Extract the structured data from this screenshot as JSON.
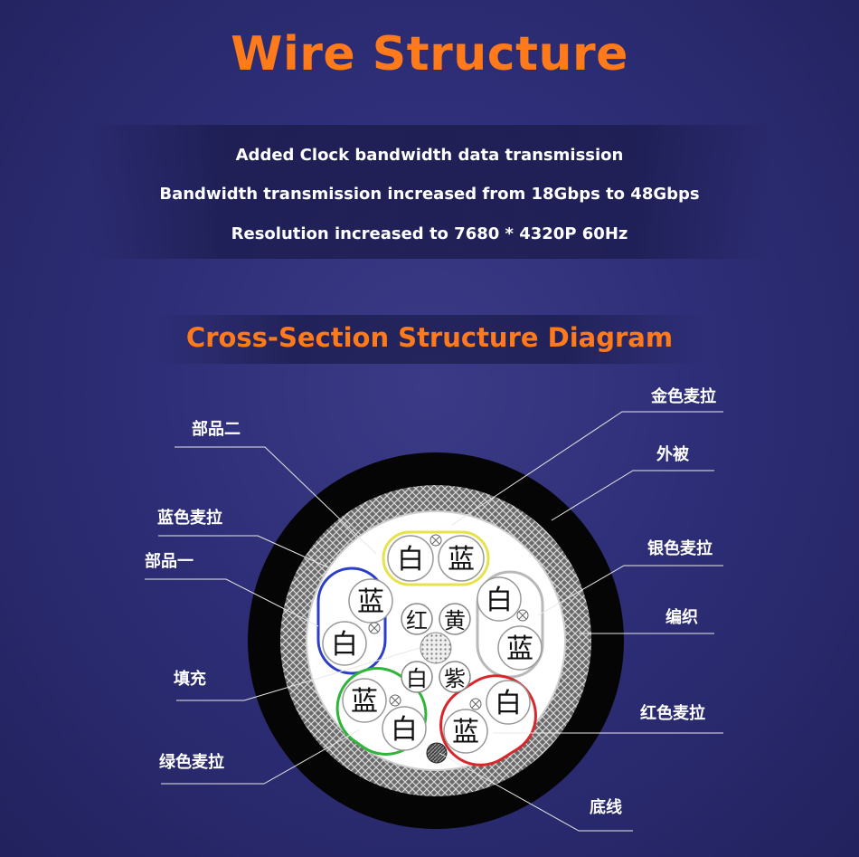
{
  "title": "Wire Structure",
  "features": [
    "Added Clock bandwidth data transmission",
    "Bandwidth transmission increased from 18Gbps to 48Gbps",
    "Resolution increased to 7680 * 4320P 60Hz"
  ],
  "subtitle": "Cross-Section Structure Diagram",
  "labels": {
    "part2": "部品二",
    "blue_mylar": "蓝色麦拉",
    "part1": "部品一",
    "filler": "填充",
    "green_mylar": "绿色麦拉",
    "gold_mylar": "金色麦拉",
    "jacket": "外被",
    "silver_mylar": "银色麦拉",
    "braid": "编织",
    "red_mylar": "红色麦拉",
    "drain": "底线"
  },
  "conductors": {
    "white": "白",
    "blue": "蓝",
    "red": "红",
    "yellow": "黄",
    "purple": "紫"
  },
  "colors": {
    "accent": "#ff7a1a",
    "background": "#2e2e78",
    "gold_pair": "#e8e24a",
    "blue_pair": "#2a3ec8",
    "green_pair": "#2fb53a",
    "red_pair": "#d9262a"
  }
}
